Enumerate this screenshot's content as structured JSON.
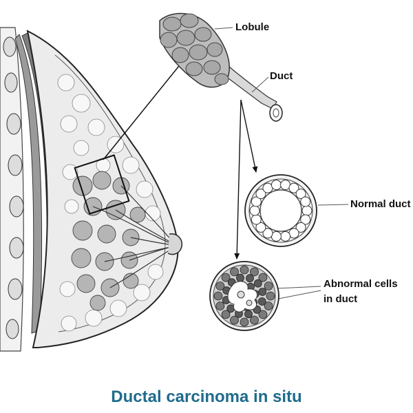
{
  "labels": {
    "lobule": "Lobule",
    "duct": "Duct",
    "normal_duct": "Normal duct",
    "abnormal_line1": "Abnormal cells",
    "abnormal_line2": "in duct"
  },
  "title": "Ductal carcinoma in situ",
  "colors": {
    "title": "#1f6b8c",
    "outline": "#333333",
    "tissue": "#e9e9e9",
    "lobule_fill": "#a8a8a8",
    "muscle": "#8a8a8a",
    "abnormal_cell": "#5a5a5a"
  }
}
